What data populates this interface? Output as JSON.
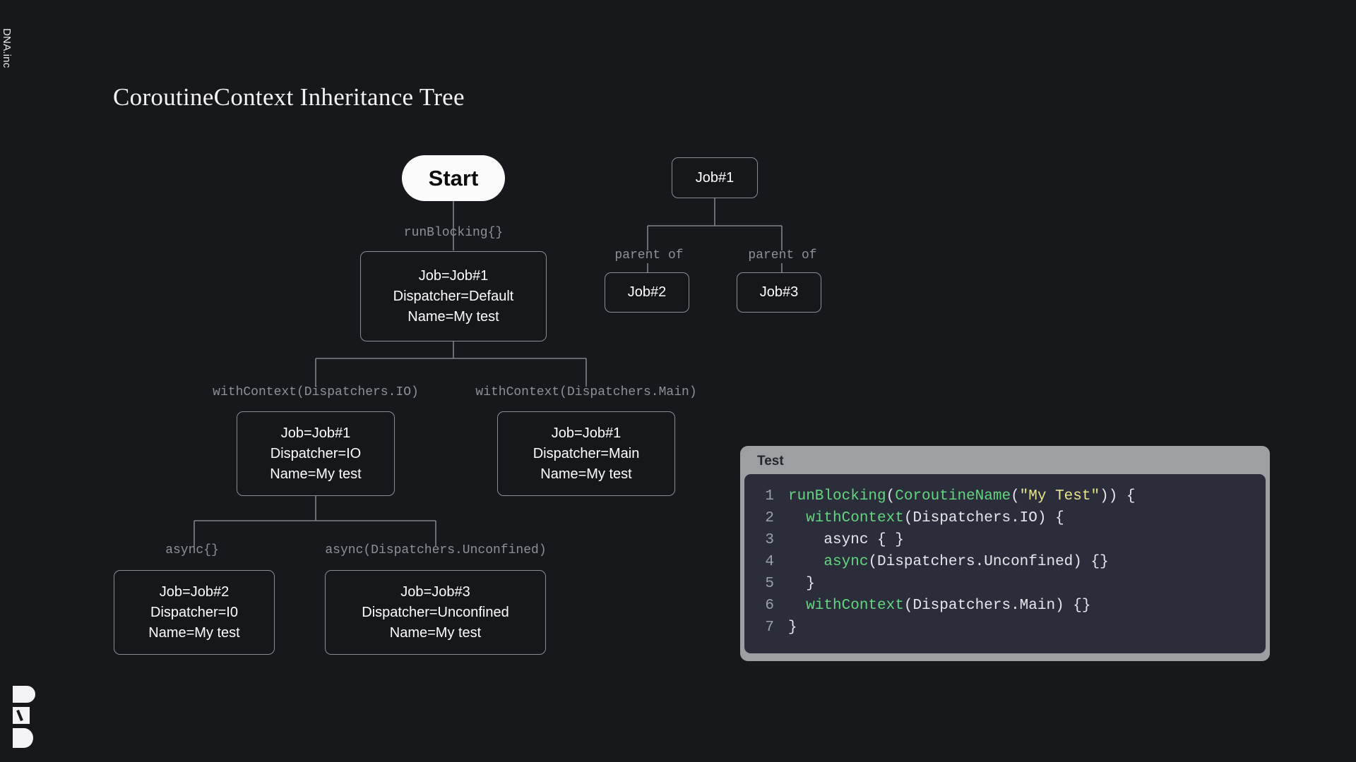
{
  "brand": {
    "vertical_label": "DNA.inc",
    "logo_name": "dna-stacked-logo"
  },
  "page_title": "CoroutineContext Inheritance Tree",
  "diagram": {
    "nodes": [
      {
        "id": "start",
        "label": "Start",
        "lines": [
          "Start"
        ]
      },
      {
        "id": "ctx-root",
        "lines": [
          "Job=Job#1",
          "Dispatcher=Default",
          "Name=My test"
        ]
      },
      {
        "id": "ctx-io",
        "lines": [
          "Job=Job#1",
          "Dispatcher=IO",
          "Name=My test"
        ]
      },
      {
        "id": "ctx-main",
        "lines": [
          "Job=Job#1",
          "Dispatcher=Main",
          "Name=My test"
        ]
      },
      {
        "id": "ctx-async",
        "lines": [
          "Job=Job#2",
          "Dispatcher=I0",
          "Name=My test"
        ]
      },
      {
        "id": "ctx-unconf",
        "lines": [
          "Job=Job#3",
          "Dispatcher=Unconfined",
          "Name=My test"
        ]
      },
      {
        "id": "job1",
        "lines": [
          "Job#1"
        ]
      },
      {
        "id": "job2",
        "lines": [
          "Job#2"
        ]
      },
      {
        "id": "job3",
        "lines": [
          "Job#3"
        ]
      }
    ],
    "edge_labels": [
      {
        "id": "e-runblocking",
        "text": "runBlocking{}"
      },
      {
        "id": "e-withctx-io",
        "text": "withContext(Dispatchers.IO)"
      },
      {
        "id": "e-withctx-main",
        "text": "withContext(Dispatchers.Main)"
      },
      {
        "id": "e-async",
        "text": "async{}"
      },
      {
        "id": "e-async-unconf",
        "text": "async(Dispatchers.Unconfined)"
      },
      {
        "id": "e-parent-of-1",
        "text": "parent of"
      },
      {
        "id": "e-parent-of-2",
        "text": "parent of"
      }
    ]
  },
  "code_panel": {
    "title": "Test",
    "line_numbers": [
      "1",
      "2",
      "3",
      "4",
      "5",
      "6",
      "7"
    ],
    "lines": [
      "runBlocking(CoroutineName(\"My Test\")) {",
      "  withContext(Dispatchers.IO) {",
      "    async { }",
      "    async(Dispatchers.Unconfined) {}",
      "  }",
      "  withContext(Dispatchers.Main) {}",
      "}"
    ]
  },
  "colors": {
    "background": "#17181c",
    "node_border": "#8b8d93",
    "edge_label": "#8e9096",
    "code_panel_frame": "#9d9fa3",
    "code_bg": "#2b2d3a",
    "syntax_function": "#62d67f",
    "syntax_string": "#e8e38f",
    "syntax_plain": "#e6e6ec"
  }
}
